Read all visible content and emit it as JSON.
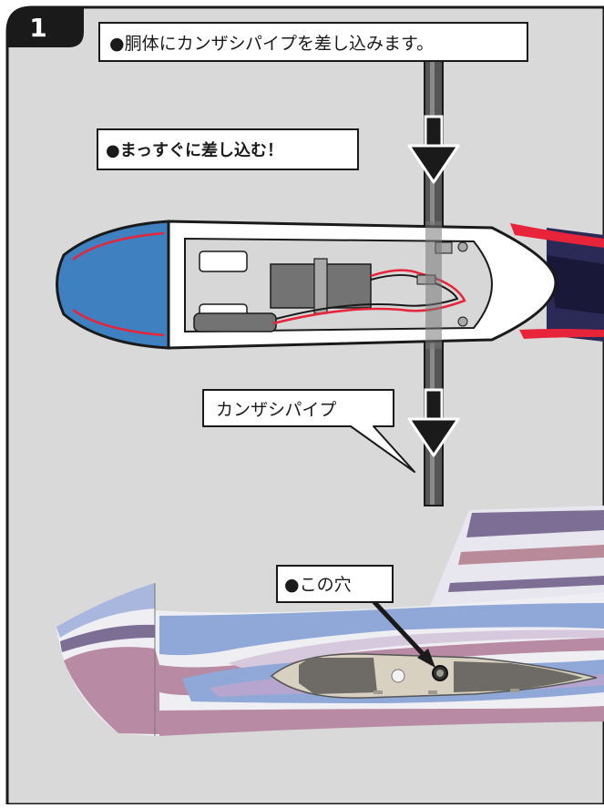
{
  "step": {
    "number": "1"
  },
  "callouts": {
    "instruction_top": "●胴体にカンザシパイプを差し込みます。",
    "instruction_straight": "●まっすぐに差し込む！",
    "pipe_label": "カンザシパイプ",
    "hole_label": "●この穴"
  },
  "colors": {
    "panel_bg": "#d9d9d9",
    "frame": "#1a1a1a",
    "nose_blue": "#3e80c0",
    "accent_red": "#e8243a",
    "wing_pink": "#b98aa3",
    "wing_purple": "#8b7aa8",
    "wing_blue": "#8fa8d8"
  }
}
